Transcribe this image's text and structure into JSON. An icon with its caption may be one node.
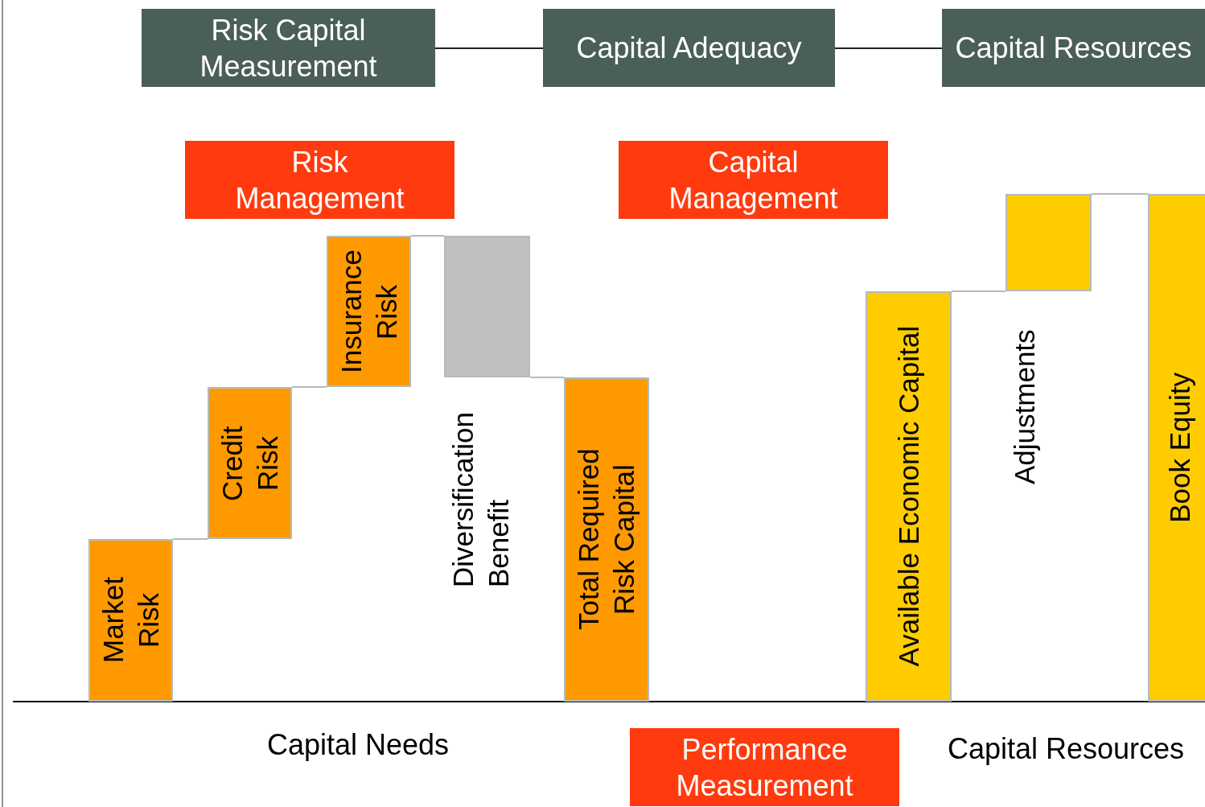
{
  "diagram": {
    "nodes": [
      {
        "text": [
          "Risk Capital Measurement"
        ]
      },
      {
        "text": [
          "Capital Adequacy"
        ]
      },
      {
        "text": [
          "Capital Resources"
        ]
      },
      {
        "text": [
          "Risk Management"
        ]
      },
      {
        "text": [
          "Capital Management"
        ]
      },
      {
        "text": [
          "Market Risk"
        ]
      },
      {
        "text": [
          "Credit Risk"
        ]
      },
      {
        "text": [
          "Insurance Risk"
        ]
      },
      {
        "text": [],
        "shape": "bar",
        "beside": [
          "Diversification Benefit"
        ]
      },
      {
        "text": [
          "Total Required Risk Capital"
        ]
      },
      {
        "text": [
          "Available Economic Capital"
        ]
      },
      {
        "text": [],
        "shape": "bar",
        "beside": [
          "Adjustments"
        ]
      },
      {
        "text": [
          "Book Equity"
        ]
      },
      {
        "text": [
          "Performance Measurement"
        ]
      }
    ],
    "edges": [
      {
        "from": 0,
        "to": 1,
        "arrow": "none",
        "color": "#222222"
      },
      {
        "from": 1,
        "to": 2,
        "arrow": "none",
        "color": "#222222"
      },
      {
        "from": 5,
        "to": 6,
        "arrow": "none"
      },
      {
        "from": 6,
        "to": 7,
        "arrow": "none"
      },
      {
        "from": 7,
        "to": 8,
        "arrow": "none"
      },
      {
        "from": 8,
        "to": 9,
        "arrow": "none"
      },
      {
        "from": 10,
        "to": 11,
        "arrow": "none"
      },
      {
        "from": 11,
        "to": 12,
        "arrow": "none"
      }
    ],
    "labels": [
      "Capital Needs",
      "Capital Resources"
    ]
  }
}
